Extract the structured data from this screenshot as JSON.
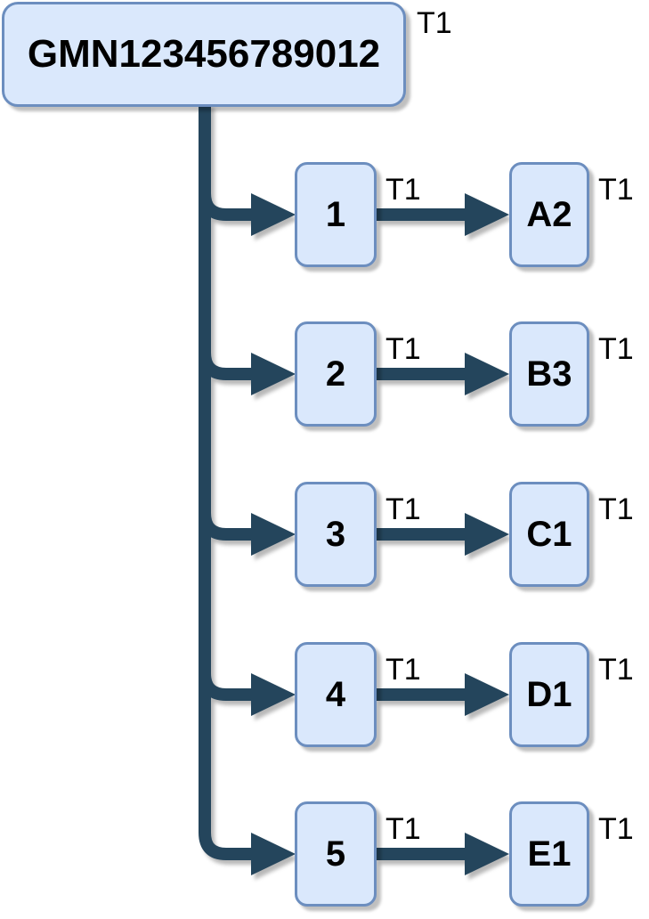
{
  "diagram": {
    "root": {
      "label": "GMN123456789012",
      "tag": "T1"
    },
    "branches": [
      {
        "source": {
          "label": "1",
          "tag": "T1"
        },
        "target": {
          "label": "A2",
          "tag": "T1"
        }
      },
      {
        "source": {
          "label": "2",
          "tag": "T1"
        },
        "target": {
          "label": "B3",
          "tag": "T1"
        }
      },
      {
        "source": {
          "label": "3",
          "tag": "T1"
        },
        "target": {
          "label": "C1",
          "tag": "T1"
        }
      },
      {
        "source": {
          "label": "4",
          "tag": "T1"
        },
        "target": {
          "label": "D1",
          "tag": "T1"
        }
      },
      {
        "source": {
          "label": "5",
          "tag": "T1"
        },
        "target": {
          "label": "E1",
          "tag": "T1"
        }
      }
    ],
    "colors": {
      "node_fill": "#dae8fc",
      "node_border": "#6c8ebf",
      "connector": "#24455c",
      "text": "#000000",
      "background": "#ffffff"
    }
  }
}
